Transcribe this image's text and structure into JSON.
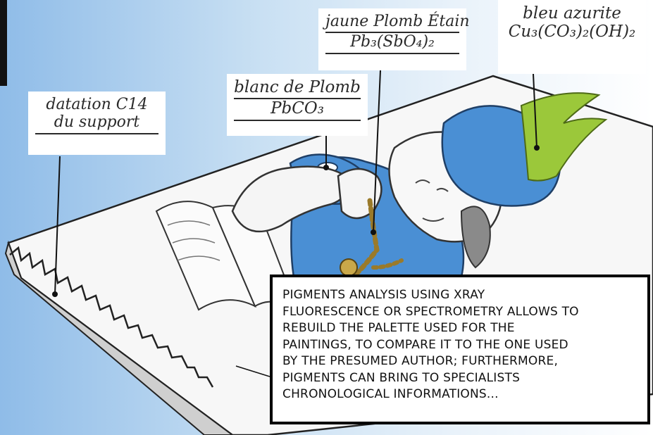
{
  "labels": {
    "datation": {
      "line1": "datation C14",
      "line2": "du support"
    },
    "blanc": {
      "line1": "blanc de Plomb",
      "formula": "PbCO₃"
    },
    "jaune": {
      "line1": "jaune Plomb Étain",
      "formula": "Pb₃(SbO₄)₂"
    },
    "bleu": {
      "line1": "bleu azurite",
      "formula": "Cu₃(CO₃)₂(OH)₂"
    }
  },
  "caption": {
    "lines": [
      "PIGMENTS ANALYSIS USING XRAY",
      "FLUORESCENCE OR SPECTROMETRY ALLOWS TO",
      "REBUILD THE PALETTE USED FOR THE",
      "PAINTINGS, TO COMPARE IT TO THE ONE USED",
      "BY THE PRESUMED AUTHOR; FURTHERMORE,",
      "PIGMENTS CAN BRING TO SPECIALISTS",
      "CHRONOLOGICAL INFORMATIONS..."
    ]
  },
  "colors": {
    "background_left": "#8fbce8",
    "background_right": "#ffffff",
    "azurite_blue": "#4a8fd4",
    "hat_feather": "#9bc83a",
    "gold_chain": "#9a7a2a",
    "panel_white": "#f7f7f7"
  }
}
